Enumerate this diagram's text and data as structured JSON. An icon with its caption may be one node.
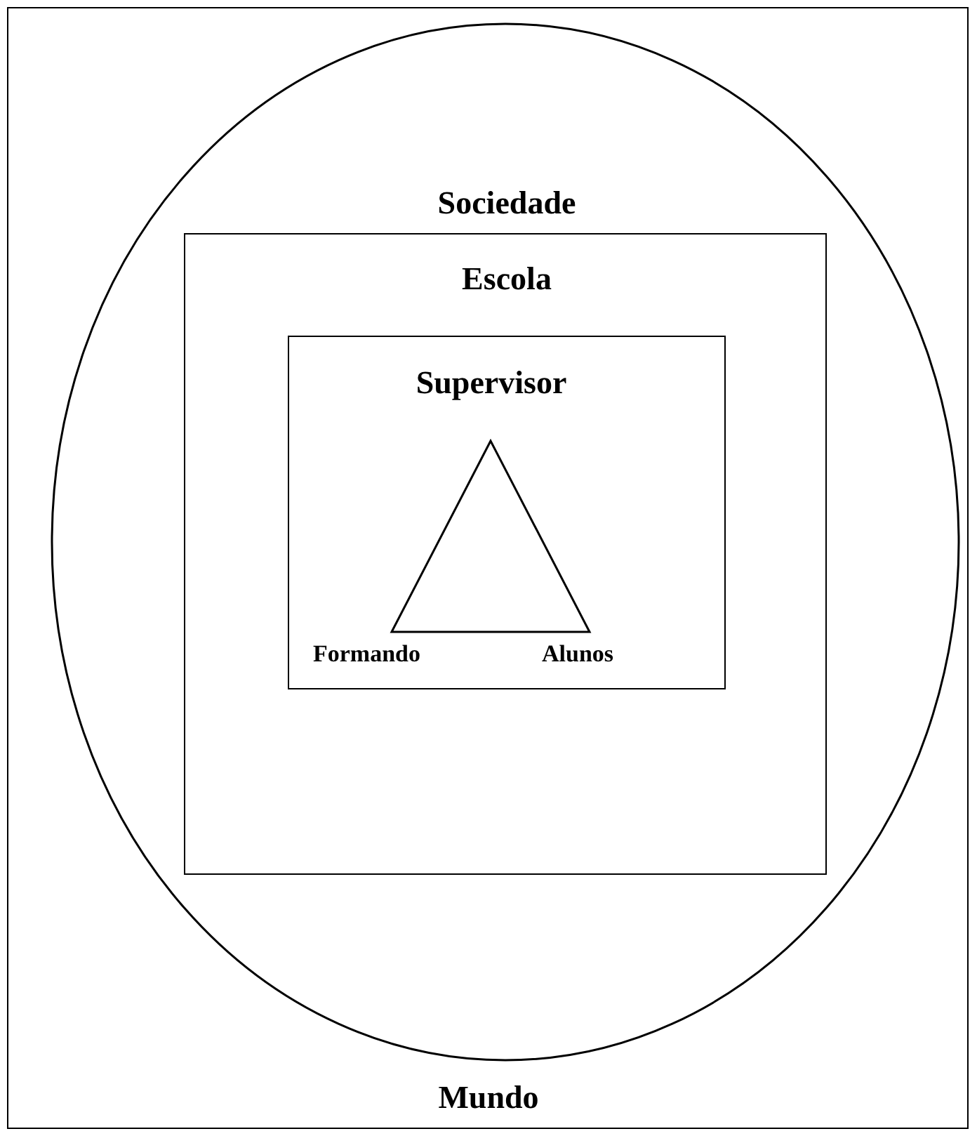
{
  "diagram": {
    "nodes": [
      {
        "text": [
          "Mundo"
        ]
      },
      {
        "text": [
          "Sociedade"
        ],
        "in": 0
      },
      {
        "text": [
          "Escola"
        ],
        "in": 1
      },
      {
        "text": [
          "Supervisor"
        ],
        "in": 2
      },
      {
        "text": [],
        "shape": "triangle",
        "in": 3,
        "beside": [
          "Formando",
          "Alunos"
        ]
      }
    ]
  }
}
